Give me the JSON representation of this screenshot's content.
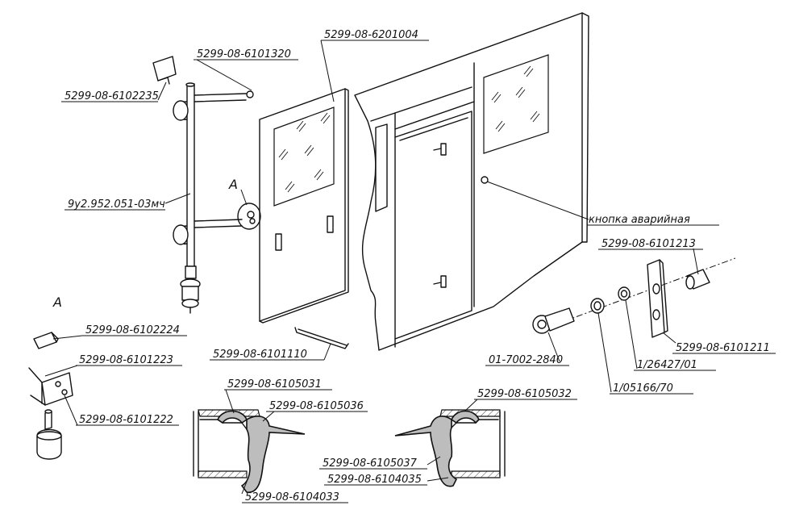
{
  "parts": {
    "p_6102235": "5299-08-6102235",
    "p_6101320": "5299-08-6101320",
    "p_6201004": "5299-08-6201004",
    "p_rod": "9у2.952.051-03мч",
    "view_mark": "A",
    "view_mark_left": "A",
    "emergency_button": "кнопка аварийная",
    "p_6101213": "5299-08-6101213",
    "p_6101211": "5299-08-6101211",
    "p_bolt": "01-7002-2840",
    "p_washer1": "1/26427/01",
    "p_washer2": "1/05166/70",
    "p_6102224": "5299-08-6102224",
    "p_6101223": "5299-08-6101223",
    "p_6101222": "5299-08-6101222",
    "p_6101110": "5299-08-6101110",
    "p_6105031": "5299-08-6105031",
    "p_6105036": "5299-08-6105036",
    "p_6104033": "5299-08-6104033",
    "p_6105032": "5299-08-6105032",
    "p_6105037": "5299-08-6105037",
    "p_6104035": "5299-08-6104035"
  }
}
